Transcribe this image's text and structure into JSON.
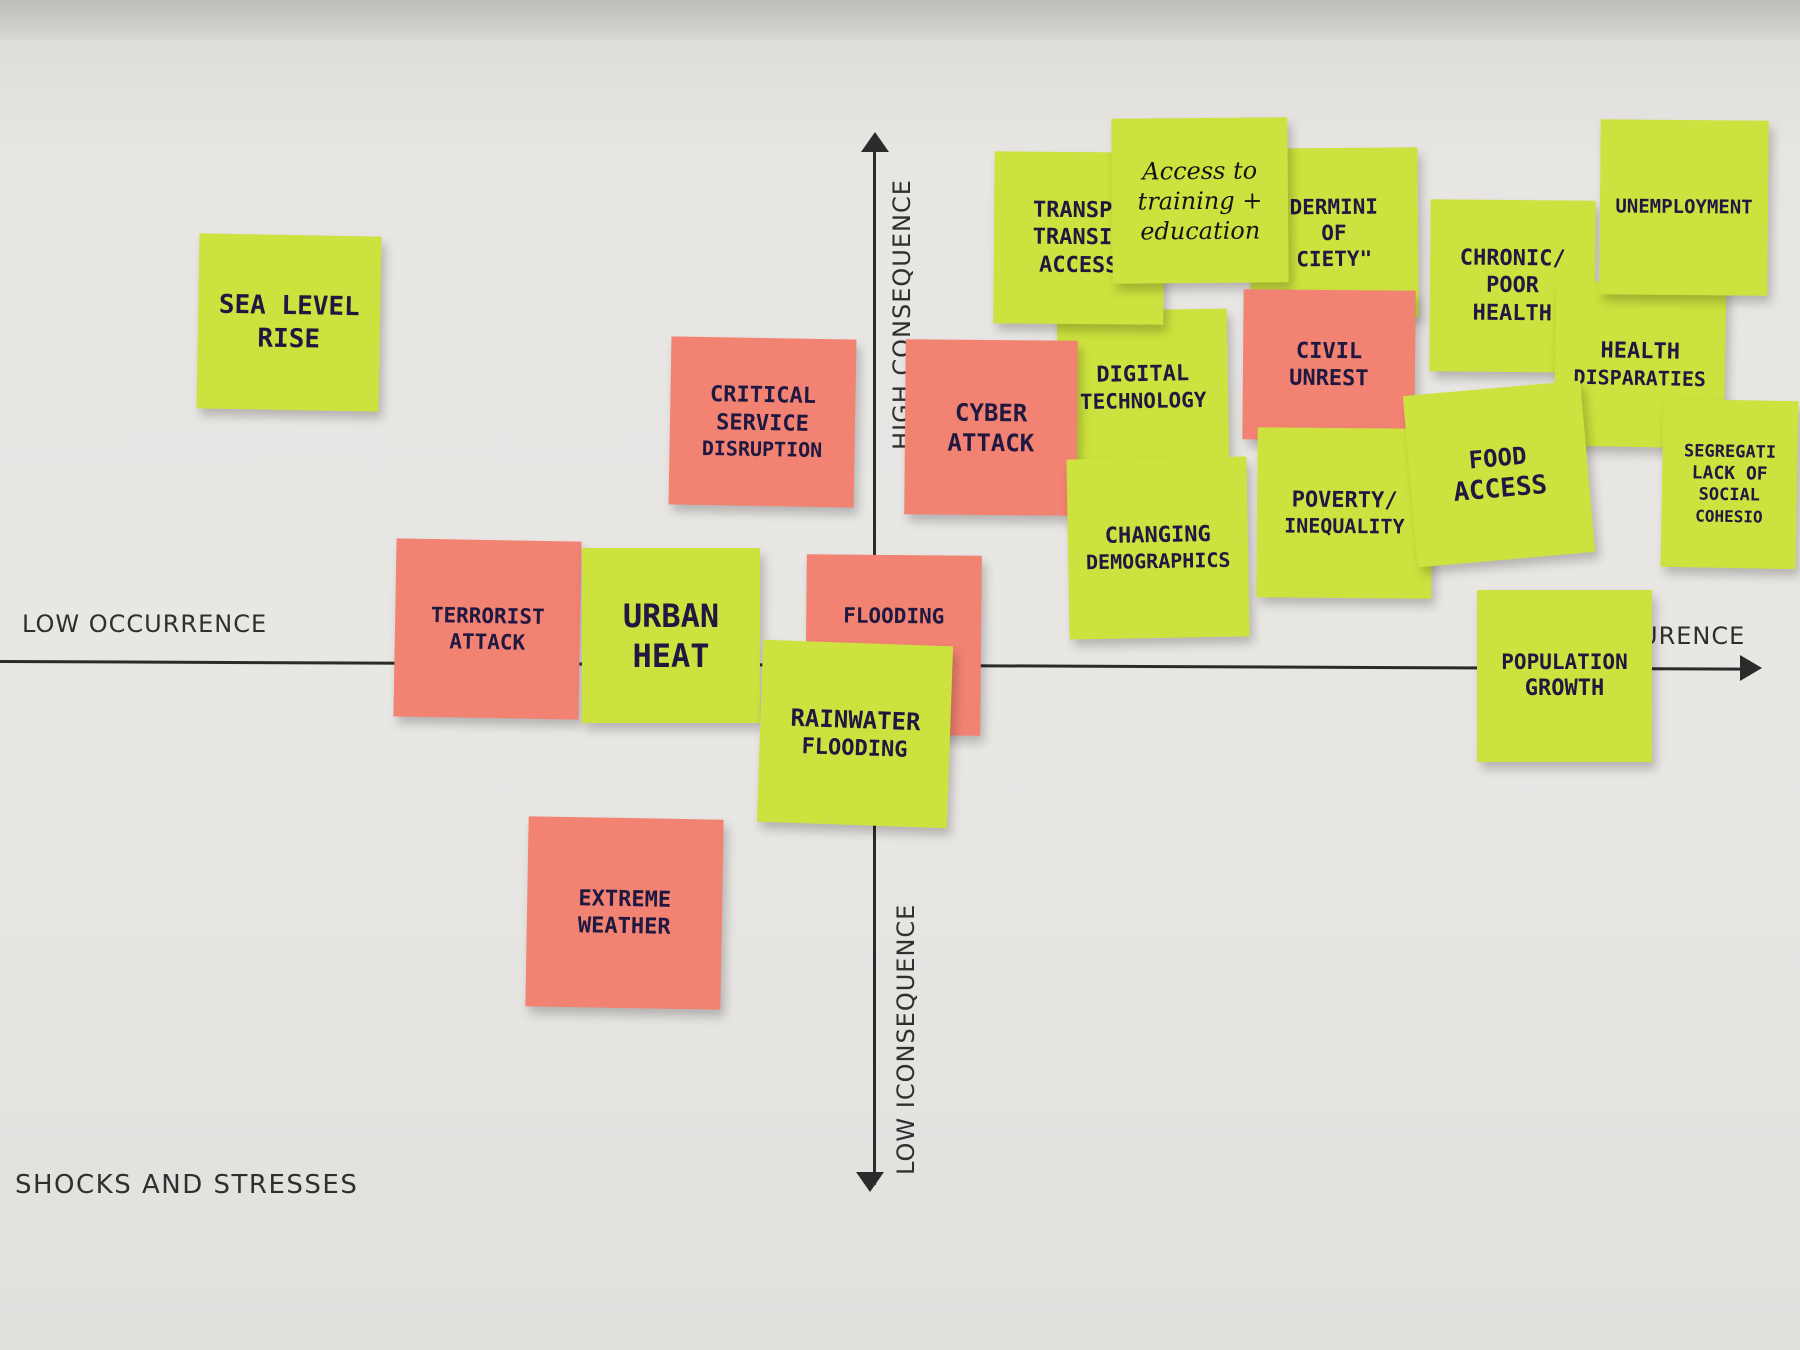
{
  "board": {
    "title": "SHOCKS AND STRESSES",
    "axes": {
      "left_label": "LOW OCCURRENCE",
      "right_label": "URENCE",
      "top_label": "HIGH CONSEQUENCE",
      "bottom_label": "LOW ICONSEQUENCE"
    },
    "colors": {
      "stress_note": "#cde23e",
      "shock_note": "#f28272",
      "paper": "#e8e6e3",
      "axis": "#2b2b2b"
    }
  },
  "notes": {
    "sea_level": [
      "SEA LEVEL",
      "RISE"
    ],
    "critical_service": [
      "CRITICAL",
      "SERVICE",
      "DISRUPTION"
    ],
    "cyber_attack": [
      "CYBER",
      "ATTACK"
    ],
    "terrorist": [
      "TERRORIST",
      "ATTACK"
    ],
    "urban_heat": [
      "URBAN",
      "HEAT"
    ],
    "flooding": [
      "FLOODING"
    ],
    "rainwater": [
      "RAINWATER",
      "FLOODING"
    ],
    "extreme_weather": [
      "EXTREME",
      "WEATHER"
    ],
    "transport": [
      "TRANSPO",
      "TRANSIT",
      "ACCESS"
    ],
    "training": [
      "Access to",
      "training +",
      "education"
    ],
    "undermining": [
      "DERMINI",
      "OF",
      "CIETY\""
    ],
    "digital": [
      "DIGITAL",
      "TECHNOLOGY"
    ],
    "civil_unrest": [
      "CIVIL",
      "UNREST"
    ],
    "changing_demo": [
      "CHANGING",
      "DEMOGRAPHICS"
    ],
    "poverty": [
      "POVERTY/",
      "INEQUALITY"
    ],
    "food_access": [
      "FOOD",
      "ACCESS"
    ],
    "chronic": [
      "CHRONIC/",
      "POOR",
      "HEALTH"
    ],
    "unemployment": [
      "UNEMPLOYMENT"
    ],
    "health_disp": [
      "HEALTH",
      "DISPARATIES"
    ],
    "segregation": [
      "SEGREGATI",
      "LACK OF",
      "SOCIAL",
      "COHESIO"
    ],
    "population": [
      "POPULATION",
      "GROWTH"
    ]
  }
}
